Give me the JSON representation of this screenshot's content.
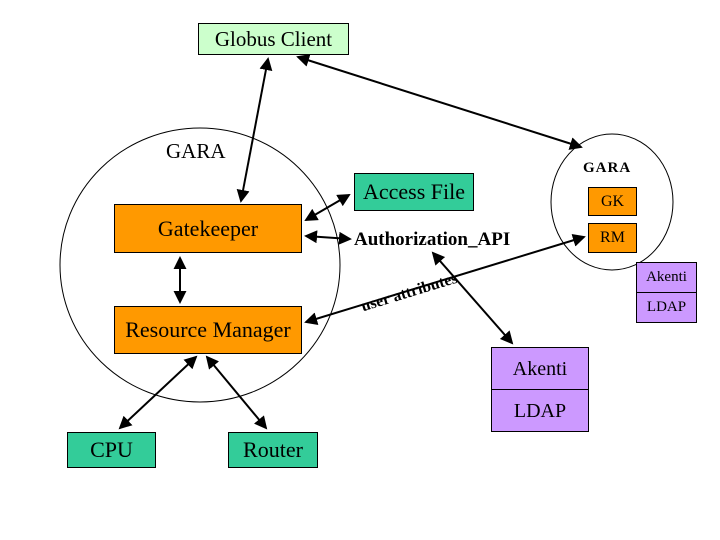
{
  "diagram": {
    "background": "#ffffff",
    "colors": {
      "client_box": "#ccffcc",
      "resource_box": "#33cc99",
      "service_box": "#ff9900",
      "directory_box": "#cc99ff",
      "line": "#000000"
    },
    "nodes": {
      "globus_client": "Globus Client",
      "gara_outer": "GARA",
      "gatekeeper": "Gatekeeper",
      "access_file": "Access File",
      "authorization_api": "Authorization_API",
      "resource_manager": "Resource Manager",
      "cpu": "CPU",
      "router": "Router",
      "gara_inner": "GARA",
      "gk": "GK",
      "rm": "RM",
      "akenti_side_top": "Akenti",
      "akenti_side_bottom": "LDAP",
      "akenti_main_top": "Akenti",
      "akenti_main_bottom": "LDAP"
    },
    "edge_labels": {
      "user_attributes": "user attributes"
    },
    "edges": [
      {
        "from": "globus_client",
        "to": "gatekeeper",
        "bidirectional": true
      },
      {
        "from": "globus_client",
        "to": "gara_inner_ellipse",
        "bidirectional": true
      },
      {
        "from": "gatekeeper",
        "to": "access_file",
        "bidirectional": true
      },
      {
        "from": "gatekeeper",
        "to": "authorization_api",
        "bidirectional": true
      },
      {
        "from": "gatekeeper",
        "to": "resource_manager",
        "bidirectional": true
      },
      {
        "from": "resource_manager",
        "to": "rm",
        "bidirectional": true,
        "label": "user attributes"
      },
      {
        "from": "authorization_api",
        "to": "akenti_main",
        "bidirectional": true
      },
      {
        "from": "resource_manager",
        "to": "cpu",
        "bidirectional": true
      },
      {
        "from": "resource_manager",
        "to": "router",
        "bidirectional": true
      }
    ]
  }
}
